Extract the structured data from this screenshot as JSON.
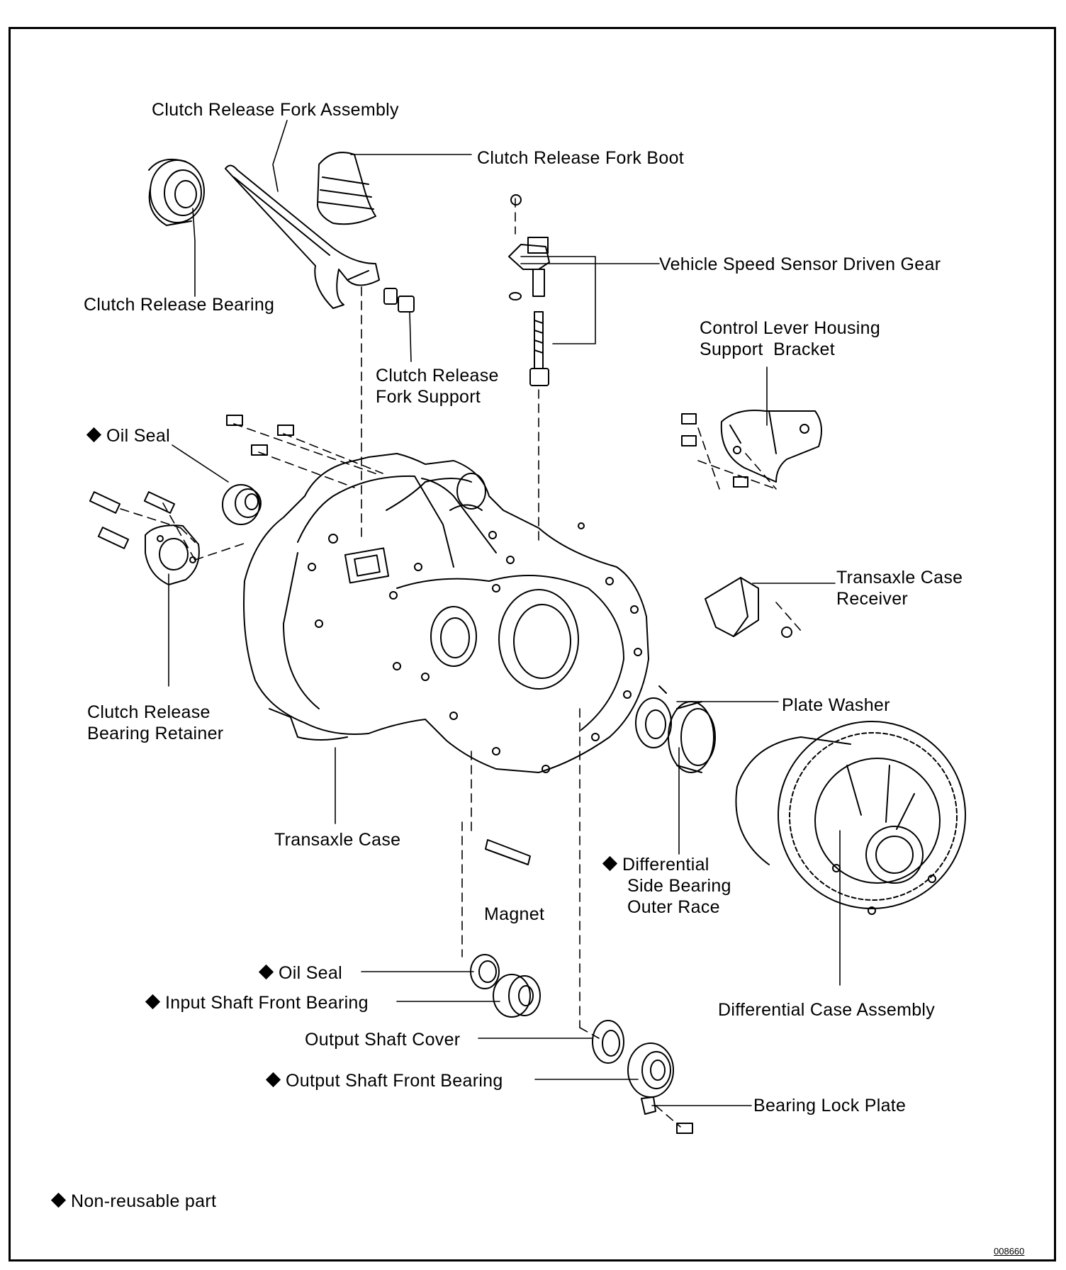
{
  "labels": {
    "clutch_release_fork_assembly": "Clutch Release Fork Assembly",
    "clutch_release_fork_boot": "Clutch Release Fork Boot",
    "vehicle_speed_sensor_driven_gear": "Vehicle Speed Sensor Driven Gear",
    "clutch_release_bearing": "Clutch Release Bearing",
    "control_lever_housing_support_bracket_l1": "Control Lever Housing",
    "control_lever_housing_support_bracket_l2": "Support  Bracket",
    "clutch_release_fork_support_l1": "Clutch Release",
    "clutch_release_fork_support_l2": "Fork Support",
    "oil_seal_upper": "Oil Seal",
    "transaxle_case_receiver_l1": "Transaxle Case",
    "transaxle_case_receiver_l2": "Receiver",
    "plate_washer": "Plate Washer",
    "clutch_release_bearing_retainer_l1": "Clutch Release",
    "clutch_release_bearing_retainer_l2": "Bearing Retainer",
    "transaxle_case": "Transaxle Case",
    "differential_side_bearing_outer_race_l1": "Differential",
    "differential_side_bearing_outer_race_l2": "Side Bearing",
    "differential_side_bearing_outer_race_l3": "Outer Race",
    "magnet": "Magnet",
    "oil_seal_lower": "Oil Seal",
    "input_shaft_front_bearing": "Input Shaft Front Bearing",
    "differential_case_assembly": "Differential Case Assembly",
    "output_shaft_cover": "Output Shaft Cover",
    "output_shaft_front_bearing": "Output Shaft Front Bearing",
    "bearing_lock_plate": "Bearing Lock Plate"
  },
  "legend": {
    "non_reusable": "Non-reusable part",
    "marker_icon": "diamond-icon"
  },
  "figure_code": "008660"
}
